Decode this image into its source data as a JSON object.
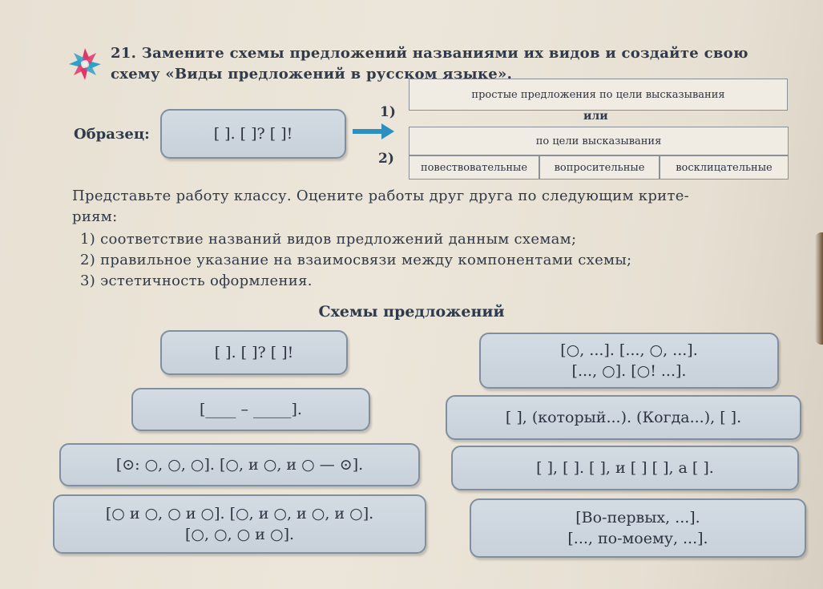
{
  "task": {
    "line1": "21. Замените схемы предложений названиями их видов и создайте свою",
    "line2": "схему «Виды предложений в русском языке»."
  },
  "sample": {
    "label": "Образец:",
    "pill": "[  ]. [  ]? [  ]!",
    "num1": "1)",
    "num2": "2)",
    "box_simple": "простые предложения по цели высказывания",
    "or_word": "или",
    "box_goal": "по цели высказывания",
    "types": [
      "повествовательные",
      "вопросительные",
      "восклицательные"
    ]
  },
  "intro": {
    "line1": "Представьте работу классу. Оцените работы друг друга по следующим крите-",
    "line2": "риям:"
  },
  "criteria": [
    "1)  соответствие названий видов предложений данным схемам;",
    "2)  правильное указание на взаимосвязи между компонентами схемы;",
    "3)  эстетичность оформления."
  ],
  "schemes_title": "Схемы предложений",
  "schemes": {
    "s1": "[  ]. [  ]? [  ]!",
    "s2": "[____ – _____].",
    "s3": "[⊙: ○, ○, ○]. [○, и ○, и ○ — ⊙].",
    "s4": "[○ и ○, ○ и ○]. [○, и ○, и ○, и ○].\n[○, ○, ○ и ○].",
    "s5": "[○, ...]. [..., ○, ...].\n[..., ○]. [○! ...].",
    "s6": "[  ], (который...). (Когда...), [  ].",
    "s7": "[  ], [  ]. [  ], и [  ] [  ], а [  ].",
    "s8": "[Во-первых, ...].\n[..., по-моему, ...]."
  }
}
